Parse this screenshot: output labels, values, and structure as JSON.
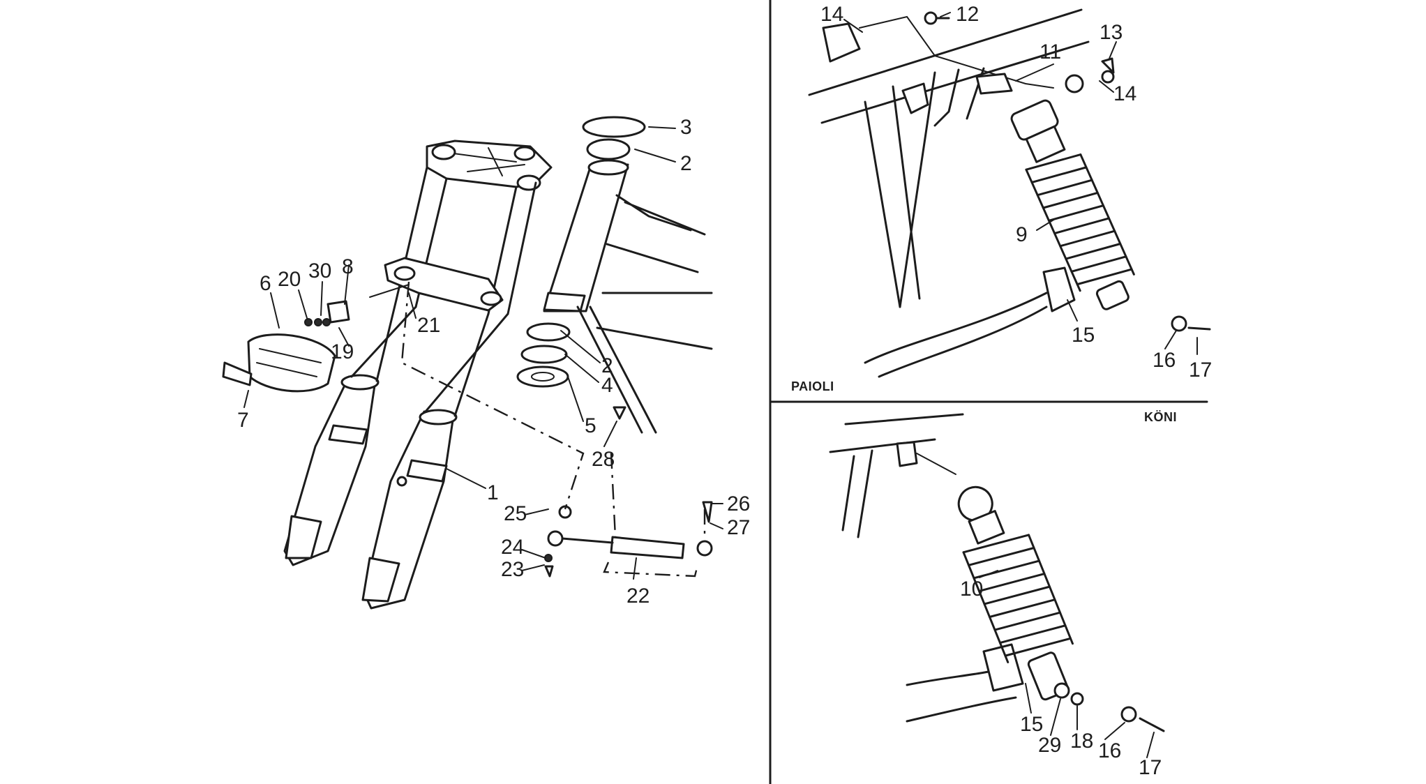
{
  "panels": {
    "front_fork": {
      "callouts": [
        "1",
        "2",
        "3",
        "2",
        "4",
        "5",
        "6",
        "7",
        "8",
        "19",
        "20",
        "30",
        "21",
        "22",
        "23",
        "24",
        "25",
        "26",
        "27",
        "28"
      ]
    },
    "paioli_rear": {
      "tag": "PAIOLI",
      "callouts": [
        "9",
        "11",
        "12",
        "13",
        "14",
        "14",
        "15",
        "16",
        "17"
      ]
    },
    "koni_rear": {
      "tag": "KÖNI",
      "callouts": [
        "10",
        "15",
        "29",
        "18",
        "16",
        "17"
      ]
    }
  },
  "colors": {
    "ink": "#1c1c1c",
    "paper": "#ffffff"
  }
}
